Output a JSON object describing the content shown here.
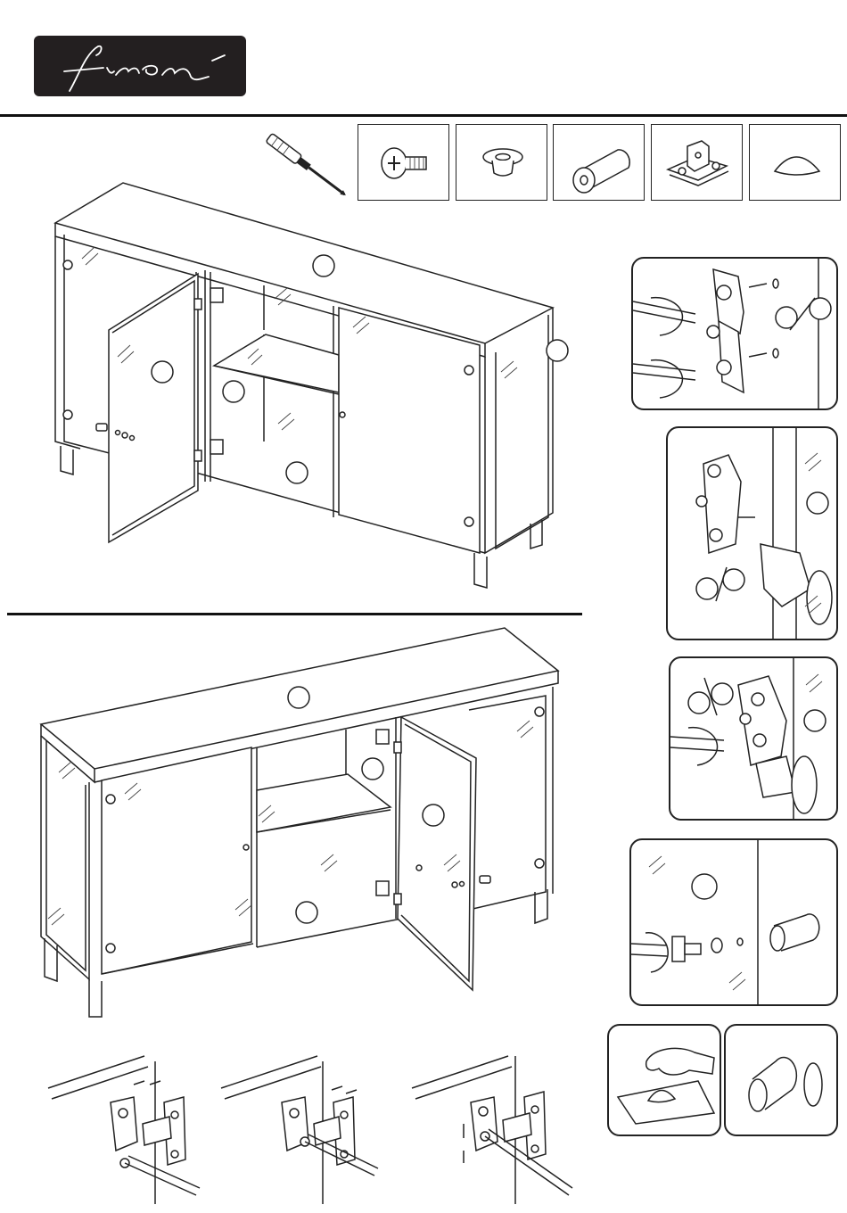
{
  "brand": {
    "logo_text": "finori",
    "logo_bg": "#231f20",
    "logo_fg": "#ffffff"
  },
  "tools": [
    {
      "id": "screwdriver",
      "icon": "screwdriver-icon"
    }
  ],
  "parts": [
    {
      "id": "screw",
      "icon": "screw-icon"
    },
    {
      "id": "spacer",
      "icon": "spacer-washer-icon"
    },
    {
      "id": "handle",
      "icon": "cylinder-handle-icon"
    },
    {
      "id": "hinge-plate",
      "icon": "hinge-mounting-plate-icon"
    },
    {
      "id": "felt-pad",
      "icon": "felt-bumper-icon"
    }
  ],
  "steps": [
    {
      "id": "cabinet-left-door-open",
      "view": "isometric"
    },
    {
      "id": "cabinet-right-door-open",
      "view": "isometric"
    },
    {
      "id": "detail-hinge-plate-screw",
      "view": "detail"
    },
    {
      "id": "detail-hinge-attach",
      "view": "detail"
    },
    {
      "id": "detail-hinge-tighten",
      "view": "detail"
    },
    {
      "id": "detail-handle-mount",
      "view": "detail"
    },
    {
      "id": "detail-felt-pad",
      "view": "detail"
    },
    {
      "id": "detail-handle-cap",
      "view": "detail"
    },
    {
      "id": "adjust-depth",
      "view": "detail"
    },
    {
      "id": "adjust-side",
      "view": "detail"
    },
    {
      "id": "adjust-height",
      "view": "detail"
    }
  ],
  "colors": {
    "line": "#222222",
    "paper": "#ffffff"
  }
}
